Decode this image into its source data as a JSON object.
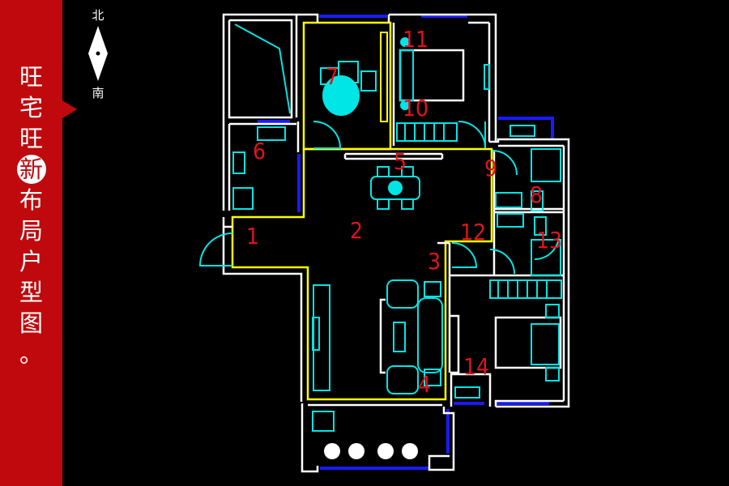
{
  "sidebar": {
    "title_chars": [
      "旺",
      "宅",
      "旺",
      "新",
      "布",
      "局",
      "户",
      "型",
      "图",
      "。"
    ],
    "highlight_index": 3,
    "color": "#c0090d"
  },
  "compass": {
    "north_label": "北",
    "south_label": "南"
  },
  "floorplan": {
    "colors": {
      "wall": "#ffffff",
      "window": "#1a1aff",
      "zone": "#ffff00",
      "furniture": "#00e5e5",
      "label": "#e0141b"
    },
    "room_labels": [
      {
        "id": "1",
        "text": "1"
      },
      {
        "id": "2",
        "text": "2"
      },
      {
        "id": "3",
        "text": "3"
      },
      {
        "id": "4",
        "text": "4"
      },
      {
        "id": "5",
        "text": "5"
      },
      {
        "id": "6",
        "text": "6"
      },
      {
        "id": "7",
        "text": "7"
      },
      {
        "id": "8",
        "text": "8"
      },
      {
        "id": "9",
        "text": "9"
      },
      {
        "id": "10",
        "text": "10"
      },
      {
        "id": "11",
        "text": "11"
      },
      {
        "id": "12",
        "text": "12"
      },
      {
        "id": "13",
        "text": "13"
      },
      {
        "id": "14",
        "text": "14"
      }
    ]
  }
}
